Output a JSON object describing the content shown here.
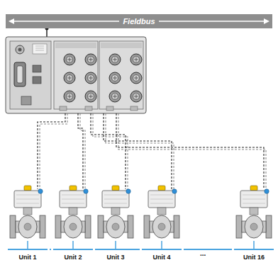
{
  "diagram": {
    "nodes": [
      {
        "text": [
          "Fieldbus"
        ]
      },
      {
        "text": [
          "Unit 1"
        ]
      },
      {
        "text": [
          "Unit 2"
        ]
      },
      {
        "text": [
          "Unit 3"
        ]
      },
      {
        "text": [
          "Unit 4"
        ]
      },
      {
        "text": [
          "Unit 16"
        ]
      }
    ],
    "edges": [
      {
        "from": 1,
        "to": 2,
        "arrow": "none"
      },
      {
        "from": 2,
        "to": 3,
        "arrow": "none"
      },
      {
        "from": 3,
        "to": 4,
        "arrow": "none"
      },
      {
        "from": 4,
        "to": 5,
        "arrow": "none"
      }
    ],
    "labels": [
      "..."
    ]
  }
}
